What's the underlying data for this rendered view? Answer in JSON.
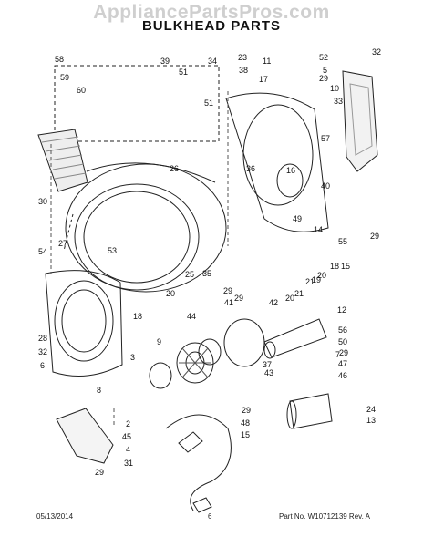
{
  "watermark": "AppliancePartsPros.com",
  "title": "BULKHEAD PARTS",
  "footer": {
    "date": "05/13/2014",
    "page": "6",
    "part_no": "Part No. W10712139  Rev. A"
  },
  "callouts": [
    "58",
    "39",
    "34",
    "23",
    "11",
    "52",
    "32",
    "59",
    "51",
    "38",
    "29",
    "5",
    "60",
    "17",
    "10",
    "51",
    "33",
    "57",
    "26",
    "36",
    "16",
    "40",
    "30",
    "49",
    "14",
    "29",
    "27",
    "53",
    "55",
    "54",
    "25",
    "35",
    "18",
    "15",
    "20",
    "21",
    "19",
    "20",
    "29",
    "12",
    "20",
    "21",
    "41",
    "42",
    "29",
    "44",
    "18",
    "56",
    "28",
    "3",
    "9",
    "50",
    "32",
    "43",
    "47",
    "7",
    "29",
    "6",
    "37",
    "46",
    "8",
    "24",
    "29",
    "48",
    "13",
    "2",
    "45",
    "15",
    "4",
    "31",
    "29"
  ]
}
